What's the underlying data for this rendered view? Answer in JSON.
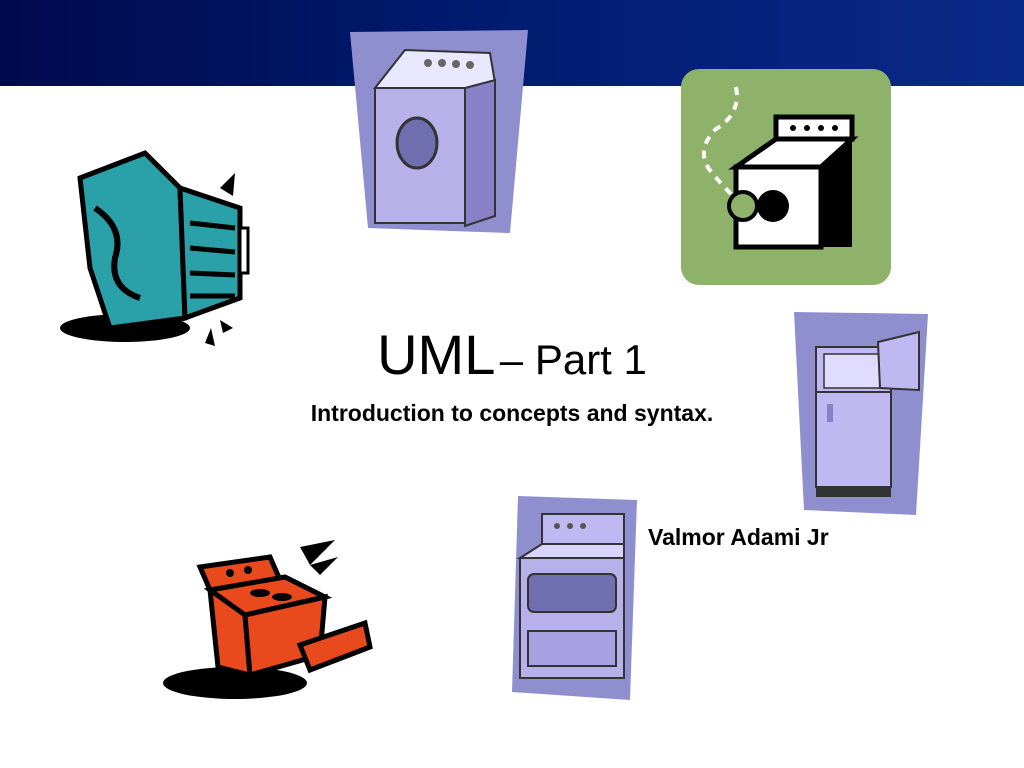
{
  "slide": {
    "title_main": "UML",
    "title_rest": "– Part 1",
    "subtitle": "Introduction to concepts and syntax.",
    "author": "Valmor Adami Jr"
  },
  "icons": [
    "washing-machine-icon",
    "dryer-icon",
    "refrigerator-icon",
    "range-oven-icon",
    "open-fridge-icon",
    "open-oven-icon"
  ],
  "colors": {
    "banner": "#001a6e",
    "lavender_bg": "#8f8fd0",
    "appliance_lilac": "#b8b0e8",
    "dryer_bg": "#8fb26a",
    "teal_fridge": "#2aa0a8",
    "orange_oven": "#e84a1e"
  }
}
